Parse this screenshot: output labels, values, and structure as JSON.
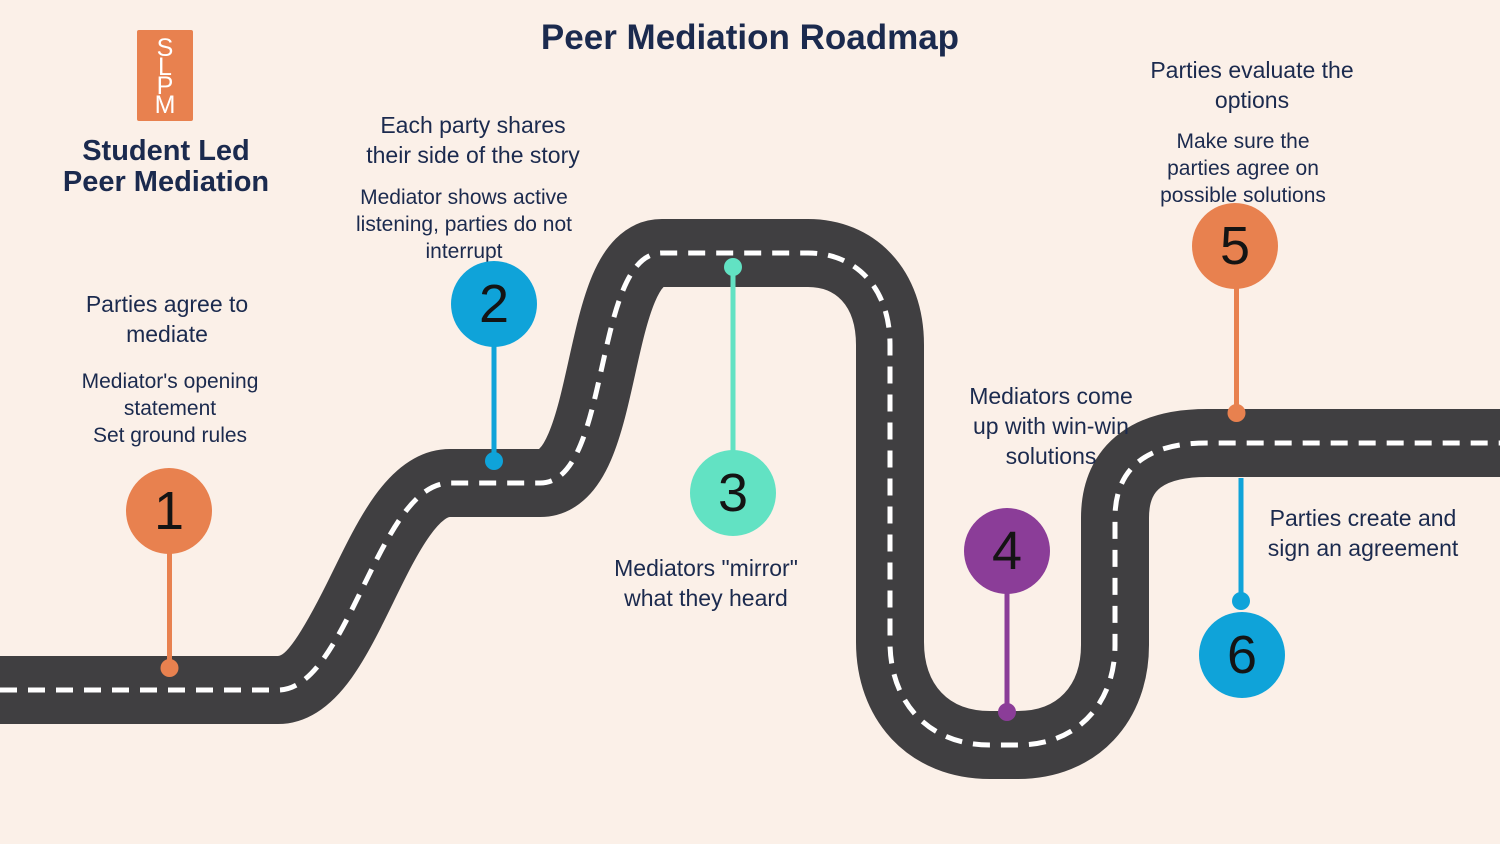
{
  "colors": {
    "background": "#fbf0e8",
    "road": "#403f41",
    "road_dash": "#ffffff",
    "text_navy": "#1b2a4e",
    "step_number": "#141414"
  },
  "header": {
    "title": "Peer Mediation Roadmap"
  },
  "logo": {
    "monogram_letters": [
      "S",
      "L",
      "P",
      "M"
    ],
    "org_name_lines": [
      "Student Led",
      "Peer Mediation"
    ]
  },
  "steps": [
    {
      "number": "1",
      "color": "#e8814f",
      "heading_lines": [
        "Parties agree to",
        "mediate"
      ],
      "body_lines": [
        "Mediator's opening",
        "statement",
        "Set ground rules"
      ]
    },
    {
      "number": "2",
      "color": "#0fa3d9",
      "heading_lines": [
        "Each party shares",
        "their side of the story"
      ],
      "body_lines": [
        "Mediator shows active",
        "listening, parties do not",
        "interrupt"
      ]
    },
    {
      "number": "3",
      "color": "#62e2c3",
      "heading_lines": [
        "Mediators \"mirror\"",
        "what they heard"
      ]
    },
    {
      "number": "4",
      "color": "#8b3d98",
      "heading_lines": [
        "Mediators come",
        "up with win-win",
        "solutions"
      ]
    },
    {
      "number": "5",
      "color": "#e8814f",
      "heading_lines": [
        "Parties evaluate the",
        "options"
      ],
      "body_lines": [
        "Make sure the",
        "parties agree on",
        "possible solutions"
      ]
    },
    {
      "number": "6",
      "color": "#0fa3d9",
      "heading_lines": [
        "Parties create and",
        "sign an agreement"
      ]
    }
  ]
}
